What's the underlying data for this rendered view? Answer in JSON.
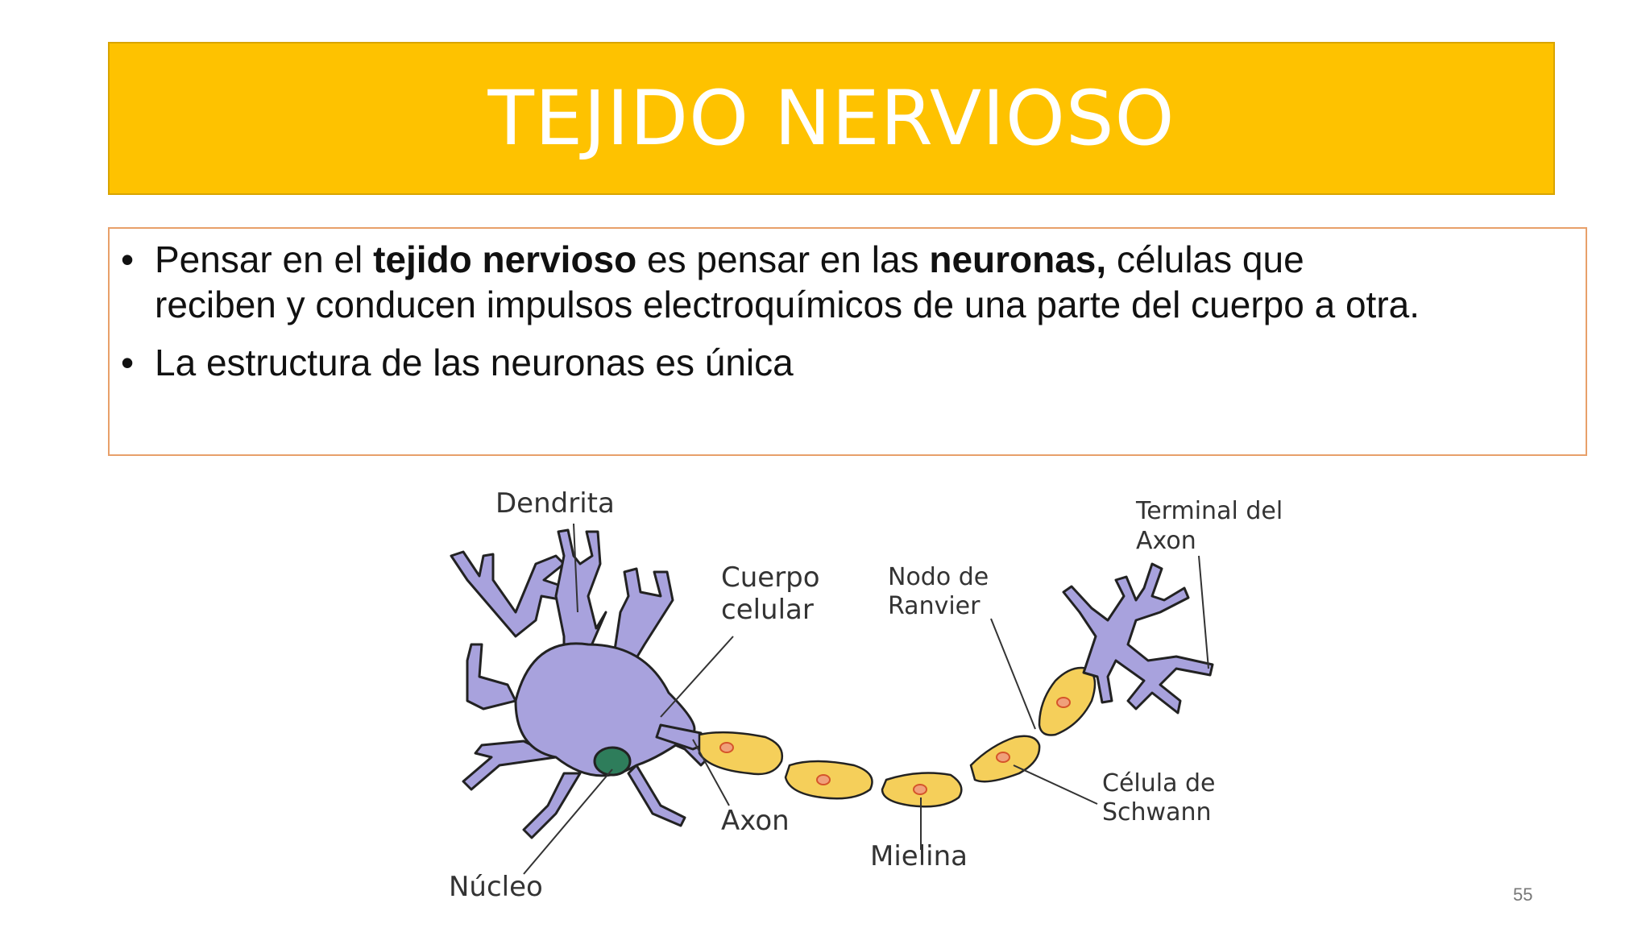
{
  "slide": {
    "title": "TEJIDO NERVIOSO",
    "page_number": "55",
    "bullets": [
      {
        "line1_a": "Pensar en el ",
        "line1_bold1": "tejido nervioso",
        "line1_b": " es pensar en las ",
        "line1_bold2": "neuronas,",
        "line1_c": " células que",
        "line2": "reciben y conducen impulsos electroquímicos de una parte del cuerpo a otra."
      },
      {
        "text": "La estructura de las neuronas es única"
      }
    ],
    "bullet_symbol": "•"
  },
  "diagram": {
    "labels": {
      "dendrita": "Dendrita",
      "cuerpo_1": "Cuerpo",
      "cuerpo_2": "celular",
      "nodo_1": "Nodo de",
      "nodo_2": "Ranvier",
      "terminal_1": "Terminal del",
      "terminal_2": "Axon",
      "axon": "Axon",
      "mielina": "Mielina",
      "celula_1": "Célula de",
      "celula_2": "Schwann",
      "nucleo": "Núcleo"
    },
    "colors": {
      "neuron": "#a8a2dd",
      "neuron_outline": "#222222",
      "myelin": "#f5cf5a",
      "nucleus": "#2e7d5b",
      "schwann_nucleus": "#e0703a"
    }
  }
}
